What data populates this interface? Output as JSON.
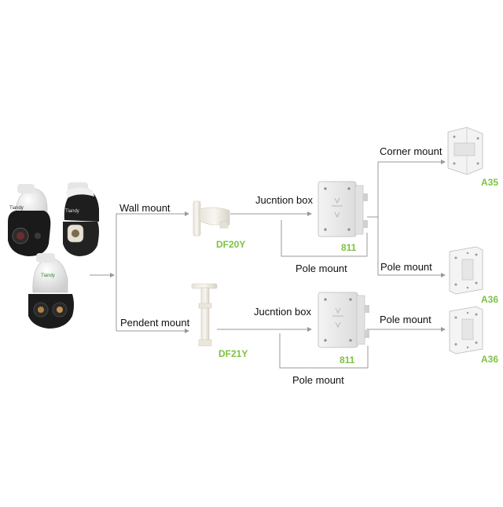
{
  "colors": {
    "accent": "#7cc242",
    "line": "#999999",
    "text": "#111111"
  },
  "labels": {
    "wall_mount": "Wall mount",
    "pendent_mount": "Pendent mount",
    "junction_box_top": "Jucntion  box",
    "junction_box_bottom": "Jucntion  box",
    "pole_mount_1": "Pole mount",
    "pole_mount_2": "Pole mount",
    "pole_mount_3": "Pole mount",
    "pole_mount_4": "Pole mount",
    "corner_mount": "Corner mount"
  },
  "codes": {
    "df20y": "DF20Y",
    "df21y": "DF21Y",
    "box_top": "811",
    "box_bottom": "811",
    "a35": "A35",
    "a36_top": "A36",
    "a36_bottom": "A36"
  },
  "camera_brand": "Tiandy"
}
